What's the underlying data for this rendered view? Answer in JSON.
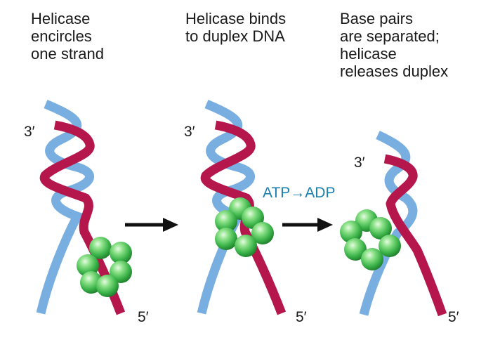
{
  "panels": [
    {
      "caption": [
        "Helicase",
        "encircles",
        "one strand"
      ],
      "top_end": "3′",
      "bottom_end": "5′"
    },
    {
      "caption": [
        "Helicase binds",
        "to duplex DNA"
      ],
      "top_end": "3′",
      "bottom_end": "5′"
    },
    {
      "caption": [
        "Base pairs",
        "are separated;",
        "helicase",
        "releases duplex"
      ],
      "top_end": "3′",
      "bottom_end": "5′"
    }
  ],
  "reaction": "ATP→ADP",
  "colors": {
    "strand_red": "#b5174c",
    "strand_blue": "#79aee0",
    "helicase_green": "#43c04e",
    "arrow": "#111111",
    "reaction_text": "#1b7fae"
  }
}
